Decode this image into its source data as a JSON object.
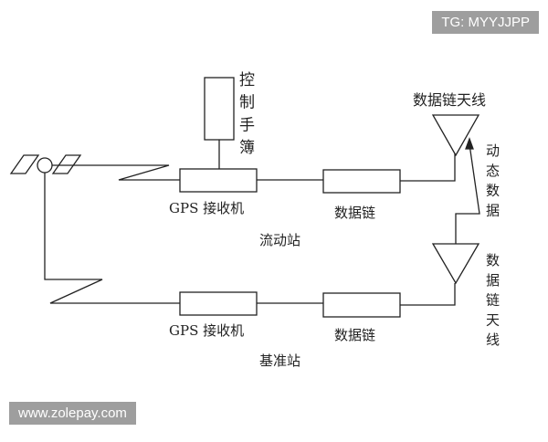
{
  "diagram": {
    "control_handbook_label": "控制手簿",
    "rover": {
      "receiver_label": "GPS 接收机",
      "datalink_label": "数据链",
      "antenna_label": "数据链天线",
      "station_label": "流动站"
    },
    "base": {
      "receiver_label": "GPS 接收机",
      "datalink_label": "数据链",
      "antenna_label": "数据链天线",
      "station_label": "基准站"
    },
    "dynamic_data_label": "动态数据"
  },
  "watermarks": {
    "top": "TG: MYYJJPP",
    "bottom": "www.zolepay.com"
  },
  "colors": {
    "line": "#222222",
    "watermark_bg": "#9e9e9e"
  }
}
